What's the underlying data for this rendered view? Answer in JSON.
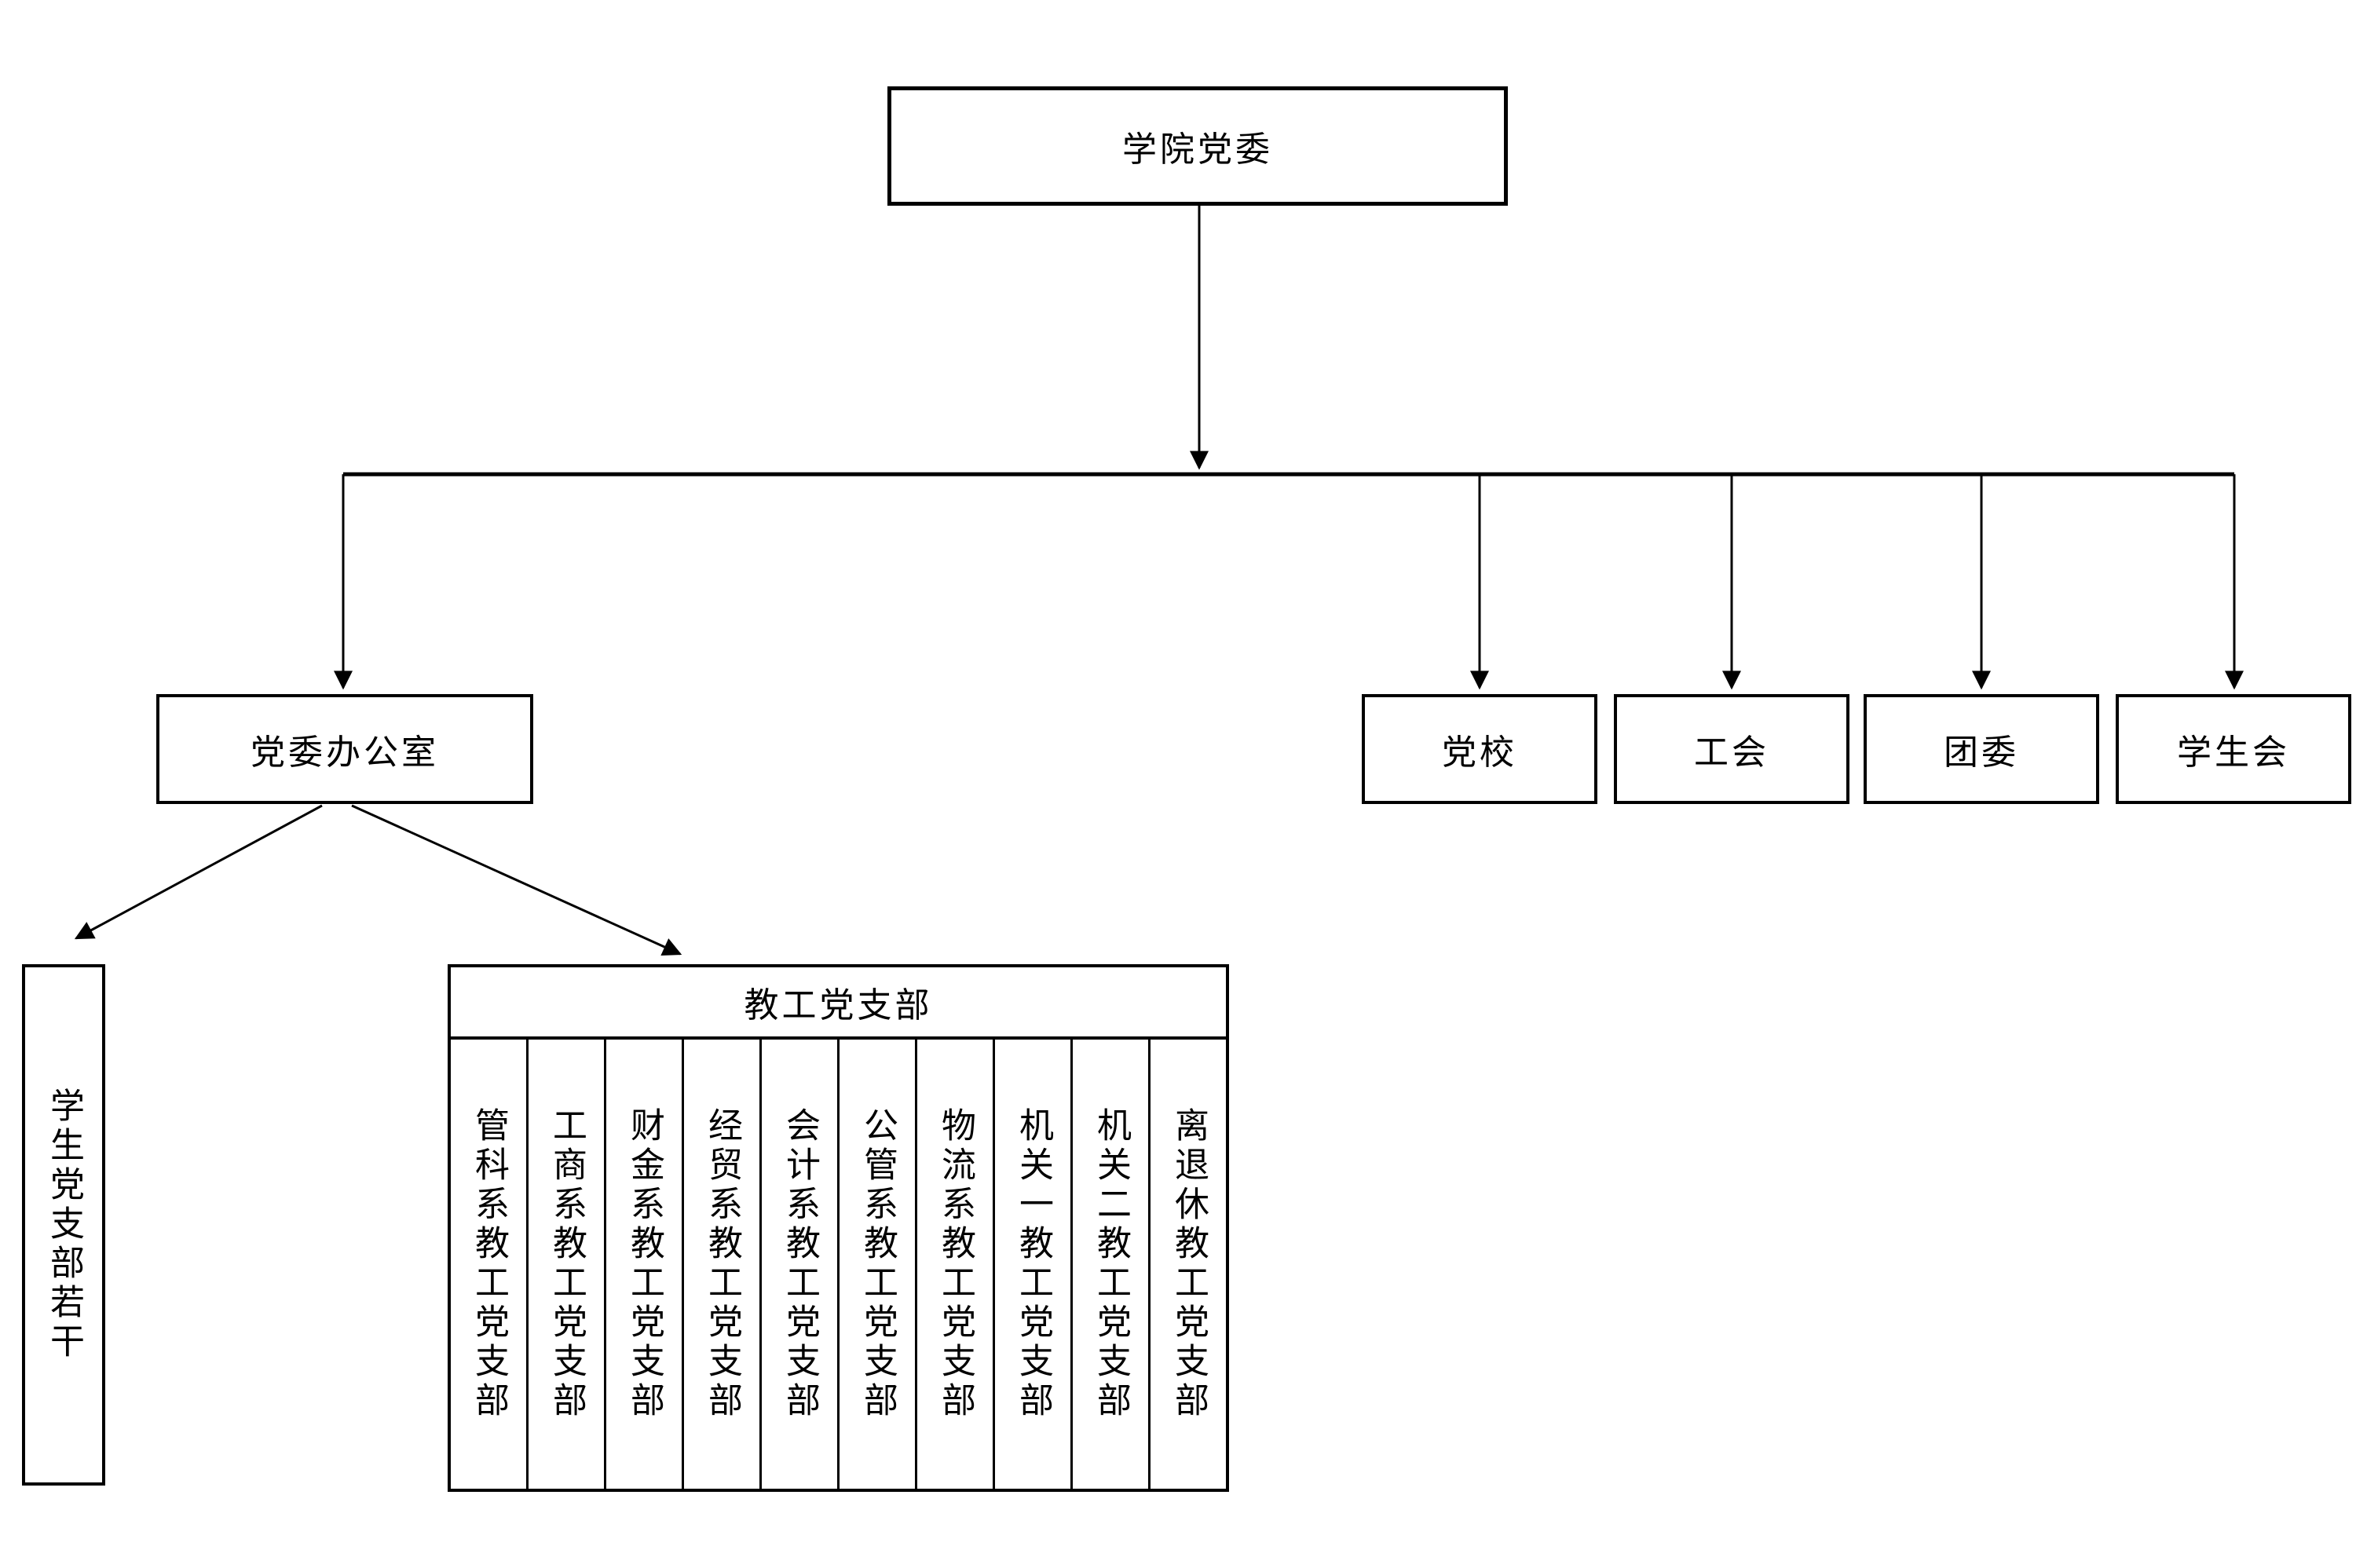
{
  "page": {
    "background_color": "#ffffff",
    "line_color": "#000000"
  },
  "org_chart": {
    "root": "学院党委",
    "office": "党委办公室",
    "siblings": [
      "党校",
      "工会",
      "团委",
      "学生会"
    ],
    "student_branch": "学生党支部若干",
    "faculty_header": "教工党支部",
    "faculty_branches": [
      "管科系教工党支部",
      "工商系教工党支部",
      "财金系教工党支部",
      "经贸系教工党支部",
      "会计系教工党支部",
      "公管系教工党支部",
      "物流系教工党支部",
      "机关一教工党支部",
      "机关二教工党支部",
      "离退休教工党支部"
    ]
  }
}
